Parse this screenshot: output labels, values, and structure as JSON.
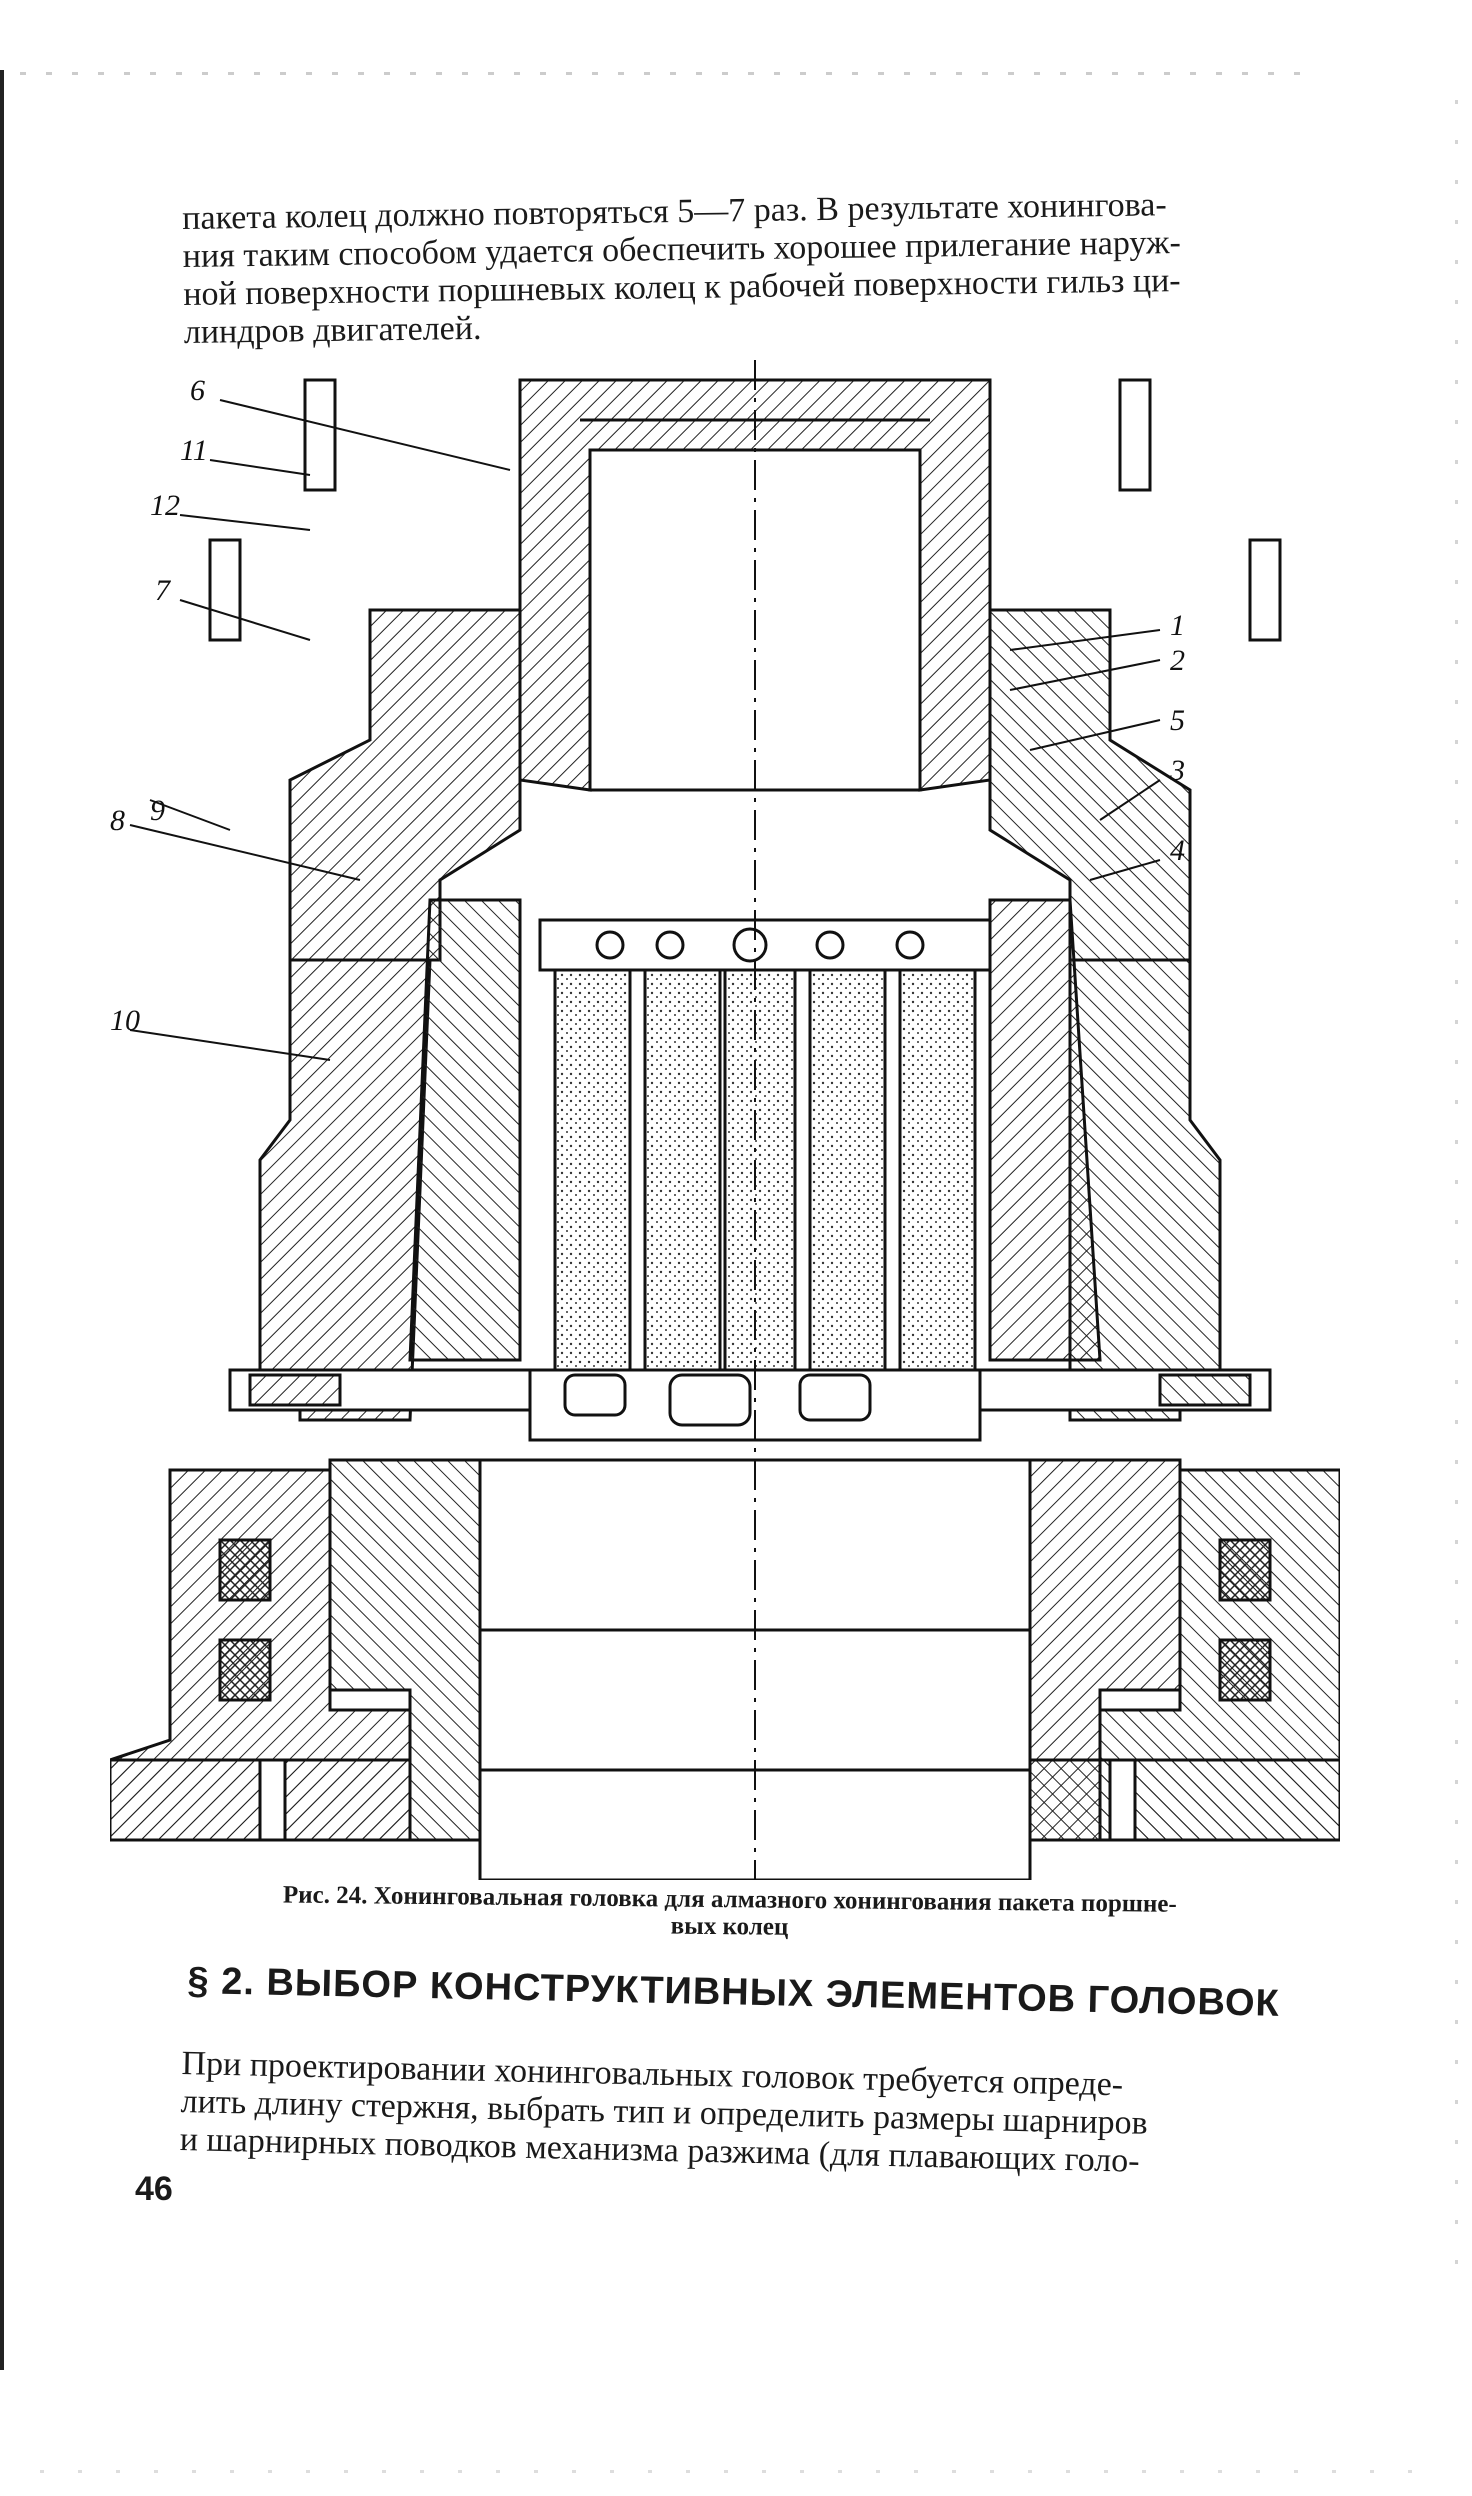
{
  "top_paragraph": {
    "lines": [
      "пакета колец должно повторяться 5—7 раз. В результате хонингова-",
      "ния таким способом удается обеспечить хорошее прилегание наруж-",
      "ной поверхности поршневых колец к рабочей поверхности гильз ци-",
      "линдров двигателей."
    ]
  },
  "figure": {
    "callouts": [
      "1",
      "2",
      "3",
      "4",
      "5",
      "6",
      "7",
      "8",
      "9",
      "10",
      "11",
      "12"
    ]
  },
  "caption": {
    "lines": [
      "Рис. 24. Хонинговальная головка для алмазного хонингования пакета поршне-",
      "вых колец"
    ]
  },
  "section_heading": "§ 2. ВЫБОР КОНСТРУКТИВНЫХ ЭЛЕМЕНТОВ ГОЛОВОК",
  "bottom_paragraph": {
    "lines": [
      "При проектировании хонинговальных головок требуется опреде-",
      "лить длину стержня, выбрать тип и определить размеры шарниров",
      "и шарнирных поводков механизма разжима (для плавающих голо-"
    ]
  },
  "page_number": "46"
}
